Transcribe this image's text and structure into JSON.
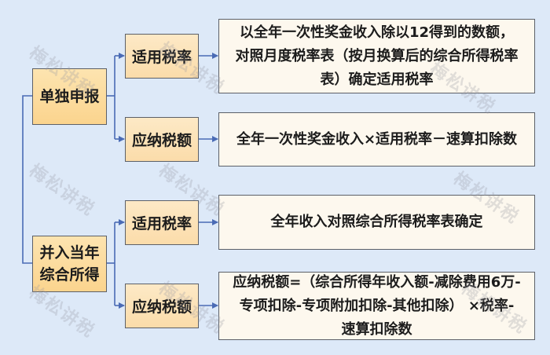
{
  "diagram": {
    "type": "flowchart-tree",
    "colors": {
      "background": "#dde9f8",
      "level1_fill": "#fbd48e",
      "level2_fill": "#fbdcaa",
      "level3_fill": "#fdf8ee",
      "border": "#5c6068",
      "connector": "#4a6bb5"
    },
    "branches": [
      {
        "label": "单独申报",
        "children": [
          {
            "label": "适用税率",
            "detail": "以全年一次性奖金收入除以12得到的数额，\n对照月度税率表（按月换算后的综合所得税率\n表）确定适用税率"
          },
          {
            "label": "应纳税额",
            "detail": "全年一次性奖金收入×适用税率－速算扣除数"
          }
        ]
      },
      {
        "label": "并入当年\n综合所得",
        "children": [
          {
            "label": "适用税率",
            "detail": "全年收入对照综合所得税率表确定"
          },
          {
            "label": "应纳税额",
            "detail": "应纳税额=（综合所得年收入额-减除费用6万-\n专项扣除-专项附加扣除-其他扣除） ×税率-\n速算扣除数"
          }
        ]
      }
    ],
    "watermark": "梅松讲税"
  }
}
